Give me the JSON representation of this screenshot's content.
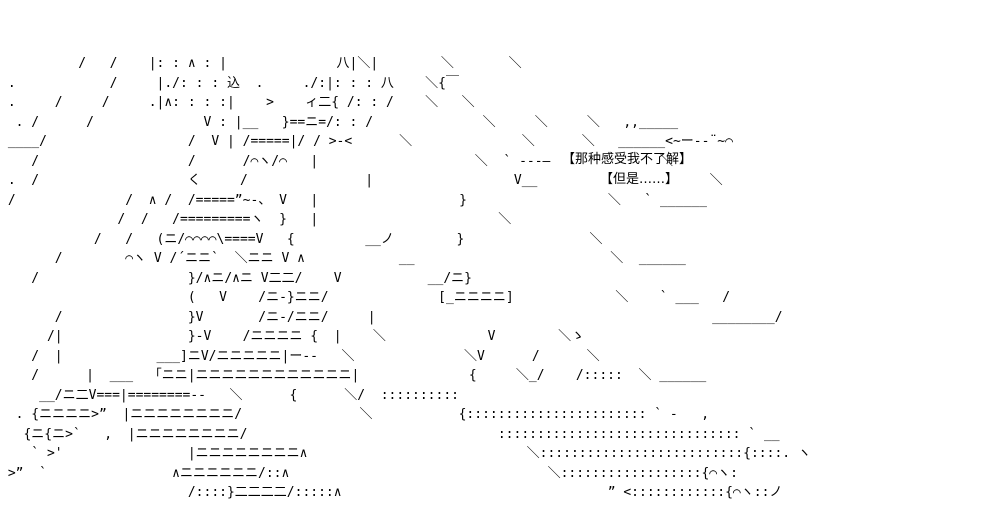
{
  "art_lines": [
    "          /   /    |: : ∧ : |              八|＼|        ＼       ＼",
    " .            /     |./: : : 込  .     ./:|: : : 八    ＼{￣",
    " .     /     /     .|∧: : : :|    >    ィ二{ /: : /    ＼   ＼",
    "  . /      /              V : |__   }==ニ=/: : /              ＼     ＼     ＼   ,,_____",
    " ____/                  /  V | /=====|/ / >-<      ＼              ＼      ＼   ______<~ー--¨~⌒",
    "    /                   /      /⌒ヽ/⌒   |                    ＼  ` ---―              ＼",
    " .  /                   く     /               |                  V__                      ＼",
    " /              /  ∧ /  /=====”~-、 V   |                  }                  ＼   ` ______",
    "               /  /   /=========ヽ  }   |                       ＼",
    "            /   /   (ニ/⌒⌒⌒⌒\\====V   {         __ノ        }                ＼",
    "       /        ⌒ヽ V /´ニニ`  ＼ニニ V ∧            __                         ＼  ______",
    "    /                   }/∧ニ/∧ニ V二二/    V           __/ニ}",
    "                        (   V    /ニ-}ニニ/              [_ニニニニ]             ＼    ` ___   /",
    "       /                }V       /ニ-/ニニ/     |                                           ________/",
    "      /|                }-V    /ニニニニ {  |    ＼             V        ＼ゝ",
    "    /  |            ___]ニV/ニニニニニ|ー--   ＼              ＼V      /      ＼",
    "    /      |  ___  「ニニ|ニニニニニニニニニニニニ|              {     ＼_/    /:::::  ＼ ______",
    "     __/ニ二V===|========--   ＼      {      ＼/  ::::::::::",
    "  . {ニニニニ>”  |ニニニニニニニニ/               ＼           {::::::::::::::::::::::: ` -   ,",
    "   {ニ{ニ>`   ,  |ニニニニニニニニ/                                ::::::::::::::::::::::::::::::: ` __",
    "    ` >'                |ニニニニニニニニ∧                            ＼::::::::::::::::::::::::::{::::. ヽ",
    " >”  `                ∧ニニニニニニ/::∧                                 ＼::::::::::::::::::{⌒ヽ:",
    "                        /::::}二二二二/:::::∧                                  ” <::::::::::::{⌒ヽ::ノ"
  ],
  "captions": {
    "line1": "【那种感受我不了解】",
    "line2": "【但是……】"
  }
}
